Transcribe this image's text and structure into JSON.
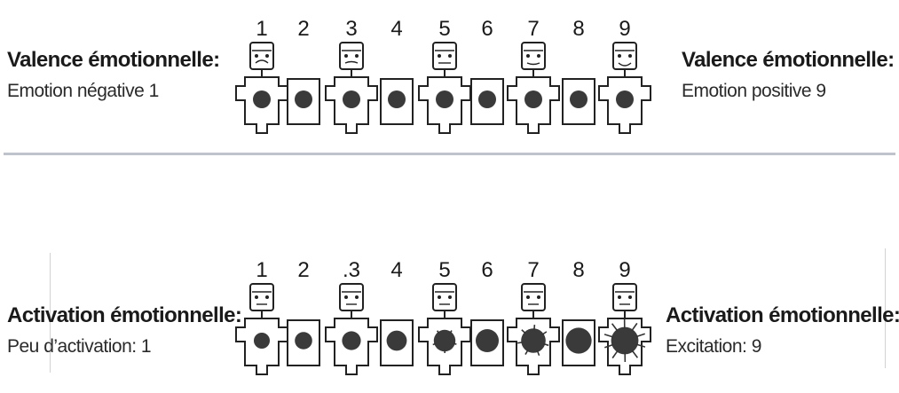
{
  "valence": {
    "left_title": "Valence  émotionnelle:",
    "left_sub": "Emotion négative 1",
    "right_title": "Valence émotionnelle:",
    "right_sub": "Emotion positive 9",
    "scale_numbers": [
      "1",
      "2",
      "3",
      "4",
      "5",
      "6",
      "7",
      "8",
      "9"
    ]
  },
  "activation": {
    "left_title": "Activation émotionnelle:",
    "left_sub": "Peu d’activation: 1",
    "right_title": "Activation émotionnelle:",
    "right_sub": "Excitation: 9",
    "scale_numbers": [
      "1",
      "2",
      ".3",
      "4",
      "5",
      "6",
      "7",
      "8",
      "9"
    ]
  },
  "colors": {
    "line": "#222222",
    "divider": "#bfc3cb"
  },
  "icons": {
    "valence_figure": "self-assessment-manikin-valence-icon",
    "activation_figure": "self-assessment-manikin-arousal-icon"
  }
}
